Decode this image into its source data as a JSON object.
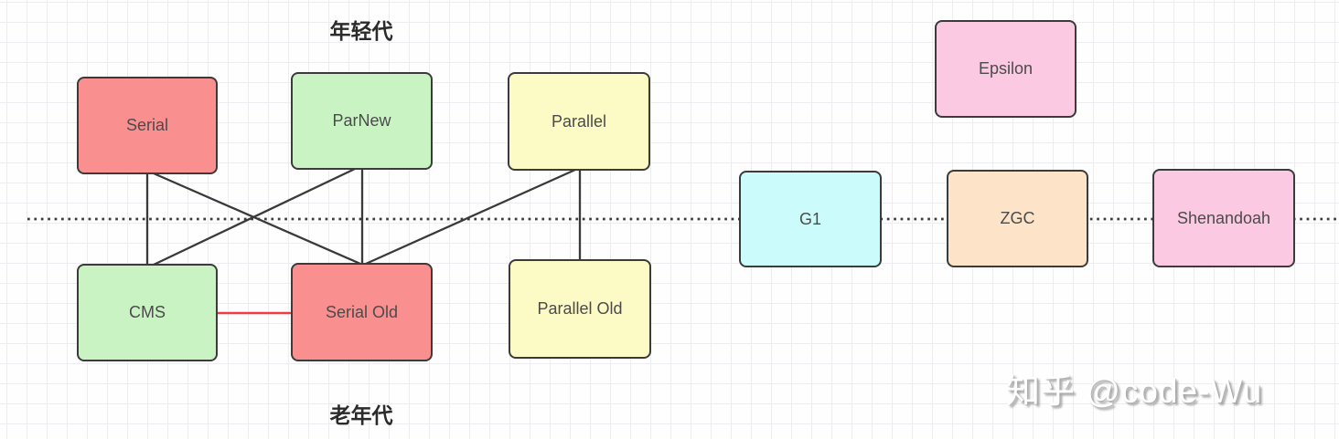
{
  "diagram": {
    "young_generation_label": "年轻代",
    "old_generation_label": "老年代",
    "watermark": "知乎 @code-Wu",
    "nodes": {
      "serial": {
        "label": "Serial",
        "color": "#f98f8f",
        "generation": "young"
      },
      "parnew": {
        "label": "ParNew",
        "color": "#caf3c4",
        "generation": "young"
      },
      "parallel": {
        "label": "Parallel",
        "color": "#fcfac5",
        "generation": "young"
      },
      "epsilon": {
        "label": "Epsilon",
        "color": "#fbc9e2",
        "generation": "none"
      },
      "g1": {
        "label": "G1",
        "color": "#cbfbfb",
        "generation": "both"
      },
      "zgc": {
        "label": "ZGC",
        "color": "#fde3c8",
        "generation": "both"
      },
      "shenandoah": {
        "label": "Shenandoah",
        "color": "#fbc9e2",
        "generation": "both"
      },
      "cms": {
        "label": "CMS",
        "color": "#caf3c4",
        "generation": "old"
      },
      "serial_old": {
        "label": "Serial Old",
        "color": "#f98f8f",
        "generation": "old"
      },
      "parallel_old": {
        "label": "Parallel Old",
        "color": "#fcfac5",
        "generation": "old"
      }
    },
    "edges": [
      {
        "from": "serial",
        "to": "cms",
        "color": "#3a3a3a"
      },
      {
        "from": "serial",
        "to": "serial_old",
        "color": "#3a3a3a"
      },
      {
        "from": "parnew",
        "to": "cms",
        "color": "#3a3a3a"
      },
      {
        "from": "parnew",
        "to": "serial_old",
        "color": "#3a3a3a"
      },
      {
        "from": "parallel",
        "to": "serial_old",
        "color": "#3a3a3a"
      },
      {
        "from": "parallel",
        "to": "parallel_old",
        "color": "#3a3a3a"
      },
      {
        "from": "cms",
        "to": "serial_old",
        "color": "#ee3e3e"
      }
    ],
    "divider": {
      "style": "dotted",
      "color": "#3d3d3d"
    }
  }
}
